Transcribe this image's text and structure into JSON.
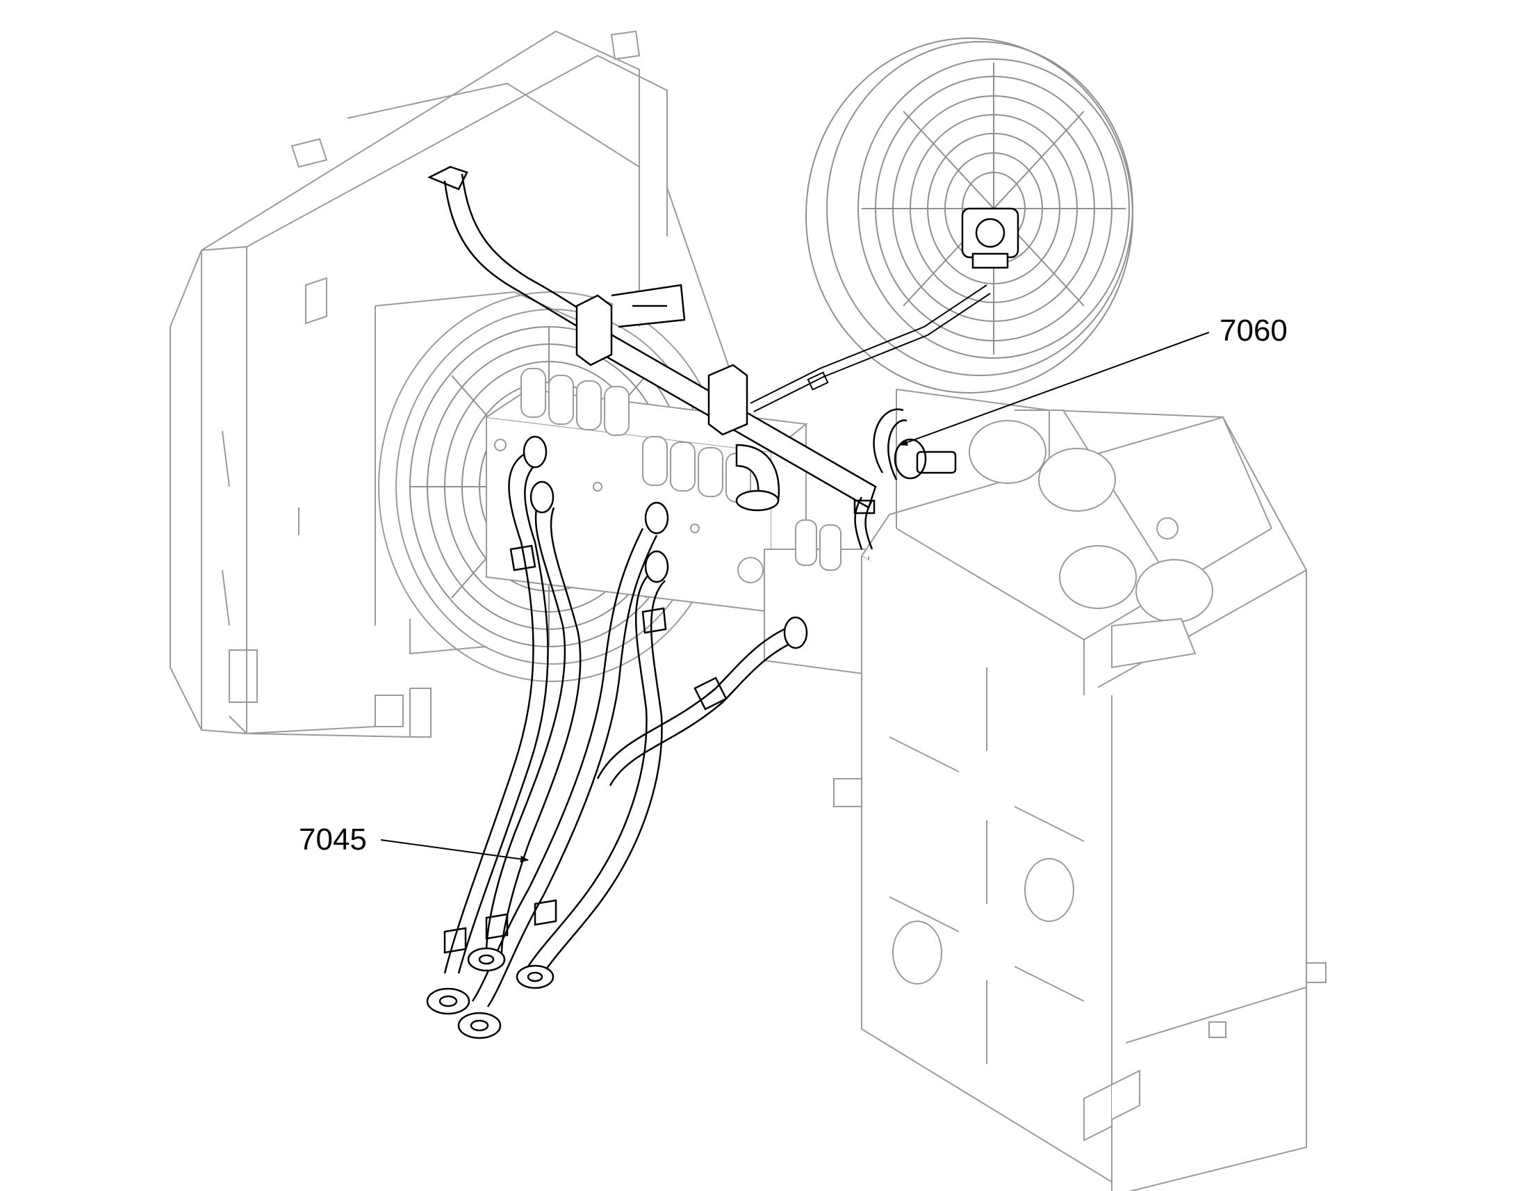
{
  "callouts": [
    {
      "id": "part-7060",
      "label": "7060"
    },
    {
      "id": "part-7045",
      "label": "7045"
    }
  ],
  "colors": {
    "line": "#000000",
    "ghost": "#9a9a9a",
    "background": "#ffffff"
  }
}
